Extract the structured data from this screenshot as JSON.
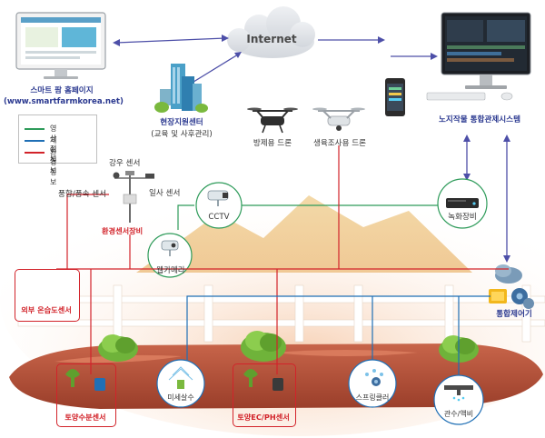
{
  "network": {
    "cloud_label": "Internet"
  },
  "homepage": {
    "title": "스마트 팜 홈페이지",
    "url": "(www.smartfarmkorea.net)"
  },
  "support_center": {
    "title": "현장지원센터",
    "subtitle": "(교육 및 사후관리)"
  },
  "control_system": {
    "title": "노지작물 통합관제시스템"
  },
  "legend": {
    "items": [
      {
        "label": "영상정보",
        "color": "#2e9b5a"
      },
      {
        "label": "제어정보",
        "color": "#1f6fb5"
      },
      {
        "label": "환경정보",
        "color": "#d2232a"
      }
    ]
  },
  "sensors": {
    "rain": "강우 센서",
    "wind": "풍향/풍속 센서",
    "solar": "일사 센서",
    "station": "환경센서장비"
  },
  "drones": {
    "spray": "방제용 드론",
    "survey": "생육조사용 드론"
  },
  "devices": {
    "cctv": "CCTV",
    "webcam": "웹카메라",
    "recorder": "녹화장비",
    "controller": "통합제어기",
    "outdoor_sensor": "외부 온습도센서",
    "soil_moisture": "토양수분센서",
    "mist": "미세살수",
    "soil_ec": "토양EC/PH센서",
    "sprinkler": "스프링클러",
    "irrigation": "관수/액비"
  }
}
